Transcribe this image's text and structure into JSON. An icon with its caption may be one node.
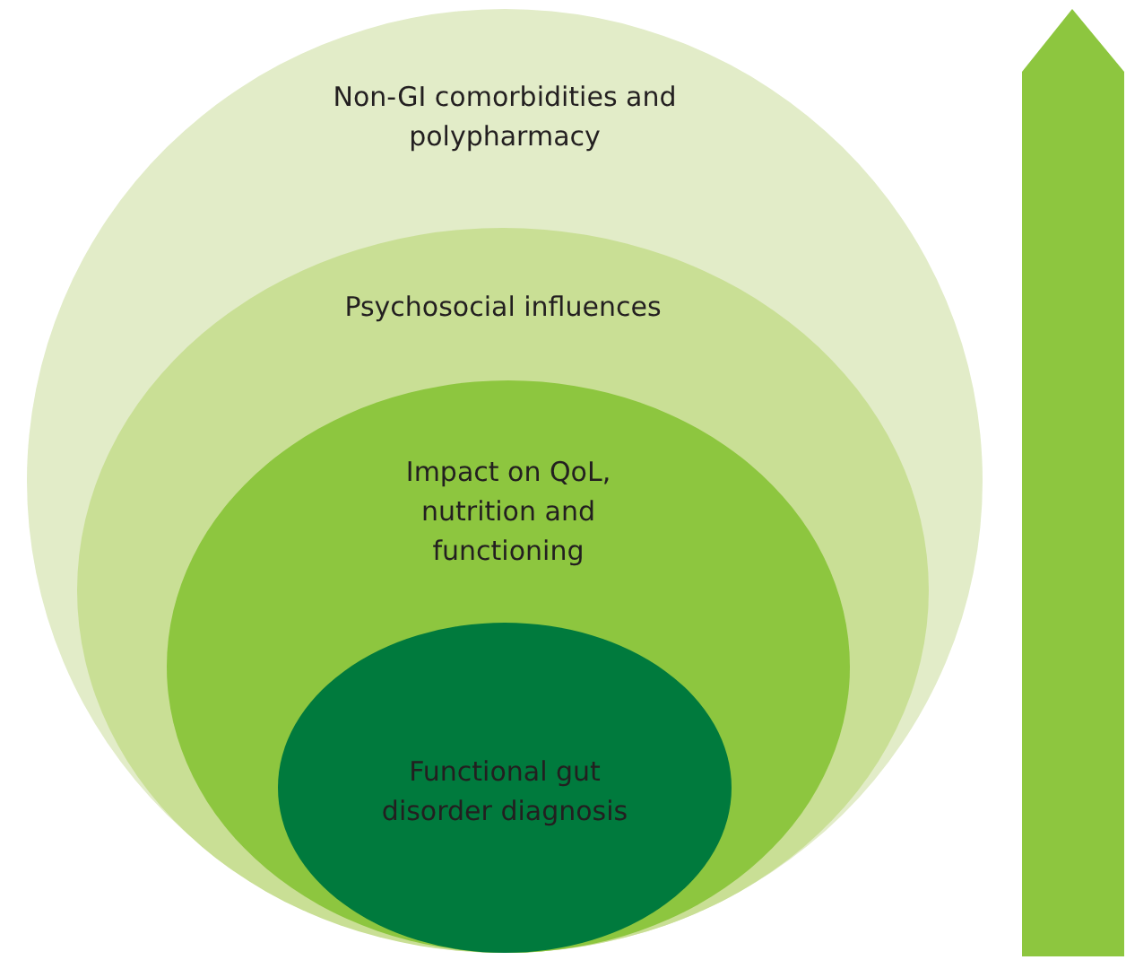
{
  "diagram": {
    "nodes": [
      {
        "text": [
          "Non-GI comorbidities and polypharmacy"
        ]
      },
      {
        "text": [
          "Psychosocial influences"
        ],
        "in": 0
      },
      {
        "text": [
          "Impact on QoL, nutrition and functioning"
        ],
        "in": 1
      },
      {
        "text": [
          "Functional gut disorder diagnosis"
        ],
        "in": 2
      }
    ]
  }
}
